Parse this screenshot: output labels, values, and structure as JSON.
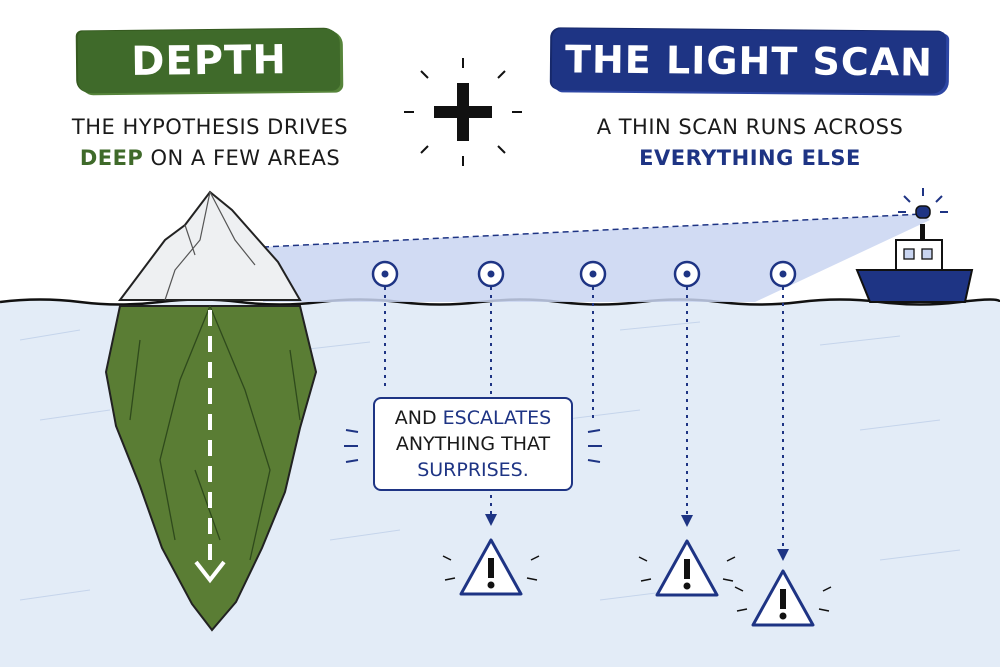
{
  "left_panel": {
    "title": "DEPTH",
    "subtitle_line1": "THE HYPOTHESIS DRIVES",
    "subtitle_line2_highlight": "DEEP",
    "subtitle_line2_rest": " ON A FEW AREAS"
  },
  "right_panel": {
    "title": "THE LIGHT SCAN",
    "subtitle_line1": "A THIN SCAN RUNS ACROSS",
    "subtitle_line2_highlight": "EVERYTHING ELSE"
  },
  "callout": {
    "line1_plain": "AND ",
    "line1_highlight": "ESCALATES",
    "line2": "ANYTHING THAT",
    "line3_highlight": "SURPRISES."
  },
  "colors": {
    "depth_green": "#3f6a2a",
    "scan_blue": "#1e3484",
    "water": "#dfe9f6",
    "beam": "#c9d5f1"
  },
  "icons": {
    "connector": "plus-icon",
    "scan_points": "target-icon",
    "alerts": "warning-icon",
    "vessel": "boat-icon",
    "beacon": "beacon-light-icon"
  }
}
